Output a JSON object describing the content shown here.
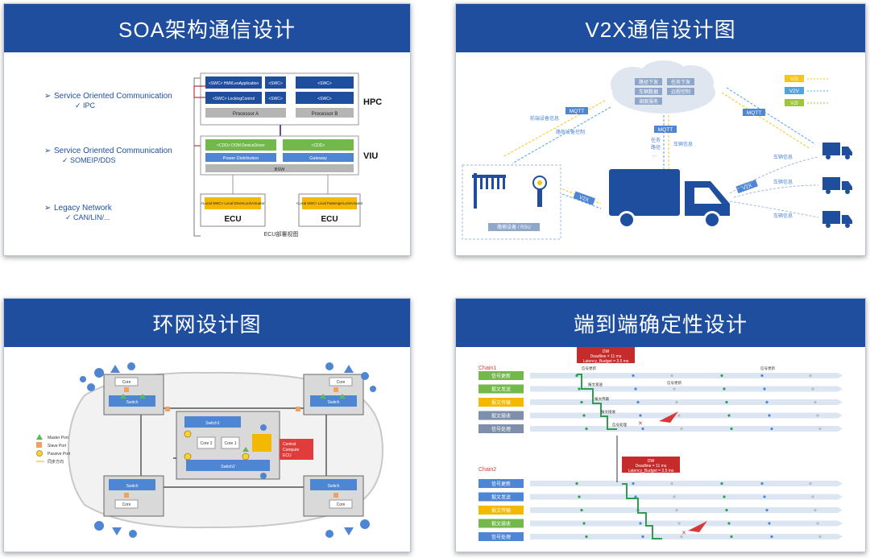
{
  "panels": {
    "soa": {
      "title": "SOA架构通信设计",
      "groups": [
        {
          "label": "Service Oriented Communication",
          "sub": "IPC"
        },
        {
          "label": "Service Oriented Communication",
          "sub": "SOMEIP/DDS"
        },
        {
          "label": "Legacy Network",
          "sub": "CAN/LIN/..."
        }
      ],
      "hpc": {
        "label": "HPC",
        "blocks": [
          "<SWC>\nHMI/LeoApplication",
          "<SWC>",
          "<SWC>",
          "<SWC>\nLockingControl",
          "<SWC>",
          "<SWC>"
        ],
        "proc_a": "Processor A",
        "proc_b": "Processor B"
      },
      "viu": {
        "label": "VIU",
        "green1": "<CDD>\nDOM DeviceDriver",
        "green2": "<CDD>",
        "blue1": "Power Distribution",
        "blue2": "Gateway",
        "bsw": "BSW"
      },
      "ecu": {
        "label": "ECU",
        "swc1": "<Local SWC>\nLocal DriverLockActuator",
        "swc2": "<Local SWC>\nLocal PassengerLockActuator",
        "caption": "ECU部署视图"
      }
    },
    "v2x": {
      "title": "V2X通信设计图",
      "cloud_items": [
        "路径下发",
        "任务下发",
        "车辆数据",
        "远程控制",
        "调度服务",
        ""
      ],
      "legend": [
        {
          "label": "V2I",
          "color": "#f5c518"
        },
        {
          "label": "V2V",
          "color": "#4fa3e0"
        },
        {
          "label": "V2I",
          "color": "#9dc63b"
        }
      ],
      "mqtt": "MQTT",
      "v2x": "V2X",
      "texts": {
        "left1": "前端设备信息",
        "left2": "路侧设备控制",
        "mid1": "任务\n路径\n...",
        "mid2": "车辆信息",
        "right1": "车辆信息",
        "right2": "车辆信息",
        "right3": "车辆信息",
        "rsu": "路侧设备 / RSU"
      }
    },
    "ring": {
      "title": "环网设计图",
      "legend": [
        "Master Port",
        "Slave Port",
        "Passive Port",
        "同步方向"
      ],
      "labels": {
        "core": "Core",
        "switch": "Switch",
        "switch1": "Switch1",
        "switch2": "Switch2",
        "core2": "Core 2",
        "core1": "Core 1",
        "cc": "Central\nCompute\nECU"
      }
    },
    "e2e": {
      "title": "端到端确定性设计",
      "chain1": "Chain1",
      "chain2": "Chain2",
      "dw1": "DW\nDeadline = 11 ms\nLatency_Budget = 3.5 ms",
      "dw2": "DW\nDeadline = 11 ms\nLatency_Budget = 3.5 ms",
      "rows": [
        {
          "label": "信号更新",
          "color": "#72b84a"
        },
        {
          "label": "报文发送",
          "color": "#72b84a"
        },
        {
          "label": "报文传输",
          "color": "#f5b800"
        },
        {
          "label": "报文接收",
          "color": "#7e8fab"
        },
        {
          "label": "信号处理",
          "color": "#7e8fab"
        }
      ],
      "rows2": [
        {
          "label": "信号更新",
          "color": "#4f86d4"
        },
        {
          "label": "报文发送",
          "color": "#4f86d4"
        },
        {
          "label": "报文传输",
          "color": "#f5b800"
        },
        {
          "label": "报文接收",
          "color": "#72b84a"
        },
        {
          "label": "信号处理",
          "color": "#4f86d4"
        }
      ],
      "annot": {
        "a1": "信号更新",
        "a2": "报文发送",
        "a3": "报文传输",
        "a4": "报文接收",
        "a5": "信号处理",
        "a6": "信号更新",
        "a7": "信号更新"
      }
    }
  }
}
